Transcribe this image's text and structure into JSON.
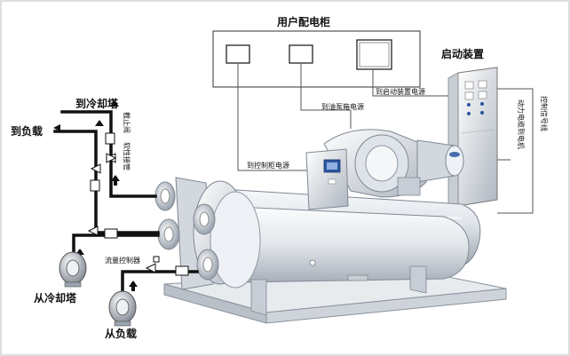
{
  "panel": {
    "title": "用户配电柜"
  },
  "starter": {
    "title": "启动装置"
  },
  "wiring": {
    "to_starter_power": "到启动装置电源",
    "to_oil_pump_power": "到油泵箱电源",
    "to_control_power": "到控制柜电源",
    "power_cable_to_motor": "动力电缆到电机",
    "control_signal_line": "控制信号线"
  },
  "piping": {
    "to_cooling_tower": "到冷却塔",
    "to_load": "到负载",
    "from_cooling_tower": "从冷却塔",
    "from_load": "从负载",
    "shutoff_valve": "截止阀",
    "flexible_joint": "软性接管",
    "flow_controller": "流量控制器"
  },
  "colors": {
    "pipe": "#111111",
    "wire": "#555555",
    "shell_light": "#eef1f5",
    "shell_dark": "#9aa3ae",
    "accent_blue": "#2a55a0"
  }
}
